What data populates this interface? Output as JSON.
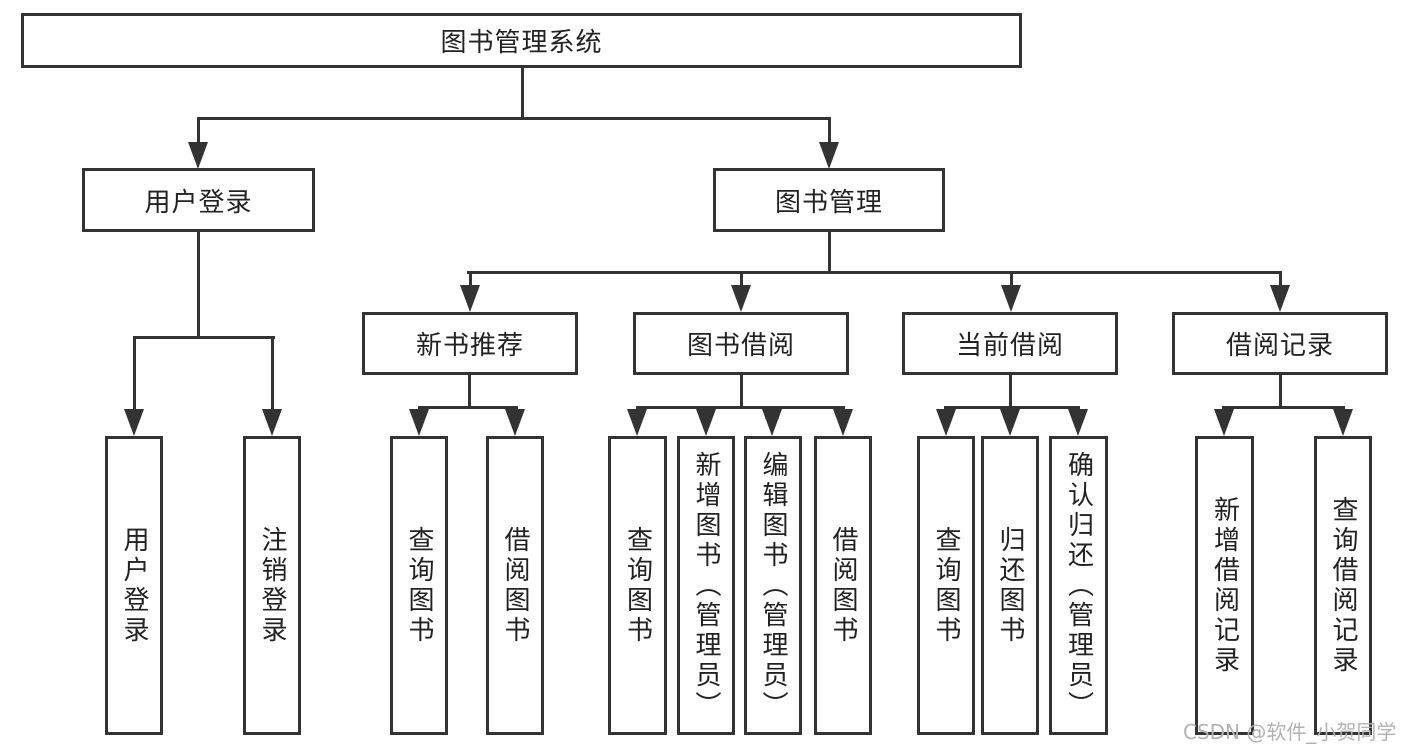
{
  "diagram": {
    "root": {
      "label": "图书管理系统"
    },
    "branches": [
      {
        "label": "用户登录",
        "children": [
          {
            "label": "用户登录"
          },
          {
            "label": "注销登录"
          }
        ]
      },
      {
        "label": "图书管理",
        "children": [
          {
            "label": "新书推荐",
            "children": [
              {
                "label": "查询图书"
              },
              {
                "label": "借阅图书"
              }
            ]
          },
          {
            "label": "图书借阅",
            "children": [
              {
                "label": "查询图书"
              },
              {
                "label": "新增图书（管理员）"
              },
              {
                "label": "编辑图书（管理员）"
              },
              {
                "label": "借阅图书"
              }
            ]
          },
          {
            "label": "当前借阅",
            "children": [
              {
                "label": "查询图书"
              },
              {
                "label": "归还图书"
              },
              {
                "label": "确认归还（管理员）"
              }
            ]
          },
          {
            "label": "借阅记录",
            "children": [
              {
                "label": "新增借阅记录"
              },
              {
                "label": "查询借阅记录"
              }
            ]
          }
        ]
      }
    ]
  },
  "watermark": {
    "text": "CSDN @软件_小贺同学"
  },
  "colors": {
    "line": "#333333",
    "text": "#222222",
    "background": "#ffffff",
    "watermark": "#b2b2b2"
  }
}
